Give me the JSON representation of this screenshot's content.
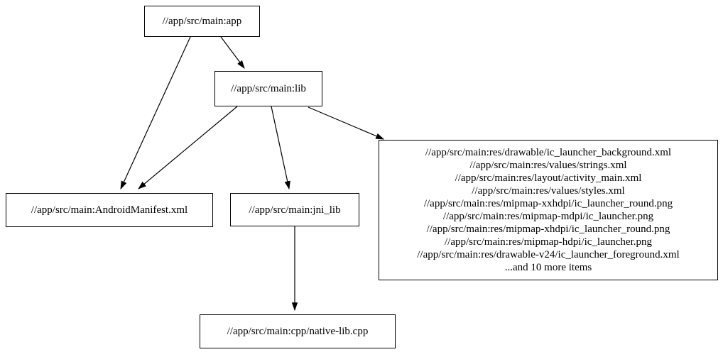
{
  "diagram": {
    "type": "dependency-graph",
    "background_color": "#ffffff",
    "node_border_color": "#000000",
    "edge_color": "#000000"
  },
  "nodes": {
    "app": {
      "label": "//app/src/main:app"
    },
    "lib": {
      "label": "//app/src/main:lib"
    },
    "manifest": {
      "label": "//app/src/main:AndroidManifest.xml"
    },
    "jni_lib": {
      "label": "//app/src/main:jni_lib"
    },
    "native_lib_cpp": {
      "label": "//app/src/main:cpp/native-lib.cpp"
    },
    "res_files": {
      "lines": [
        "//app/src/main:res/drawable/ic_launcher_background.xml",
        "//app/src/main:res/values/strings.xml",
        "//app/src/main:res/layout/activity_main.xml",
        "//app/src/main:res/values/styles.xml",
        "//app/src/main:res/mipmap-xxhdpi/ic_launcher_round.png",
        "//app/src/main:res/mipmap-mdpi/ic_launcher.png",
        "//app/src/main:res/mipmap-xhdpi/ic_launcher_round.png",
        "//app/src/main:res/mipmap-hdpi/ic_launcher.png",
        "//app/src/main:res/drawable-v24/ic_launcher_foreground.xml",
        "...and 10 more items"
      ]
    }
  },
  "edges": [
    {
      "from": "//app/src/main:app",
      "to": "//app/src/main:lib"
    },
    {
      "from": "//app/src/main:app",
      "to": "//app/src/main:AndroidManifest.xml"
    },
    {
      "from": "//app/src/main:lib",
      "to": "//app/src/main:AndroidManifest.xml"
    },
    {
      "from": "//app/src/main:lib",
      "to": "//app/src/main:jni_lib"
    },
    {
      "from": "//app/src/main:lib",
      "to": "res-files-group"
    },
    {
      "from": "//app/src/main:jni_lib",
      "to": "//app/src/main:cpp/native-lib.cpp"
    }
  ]
}
